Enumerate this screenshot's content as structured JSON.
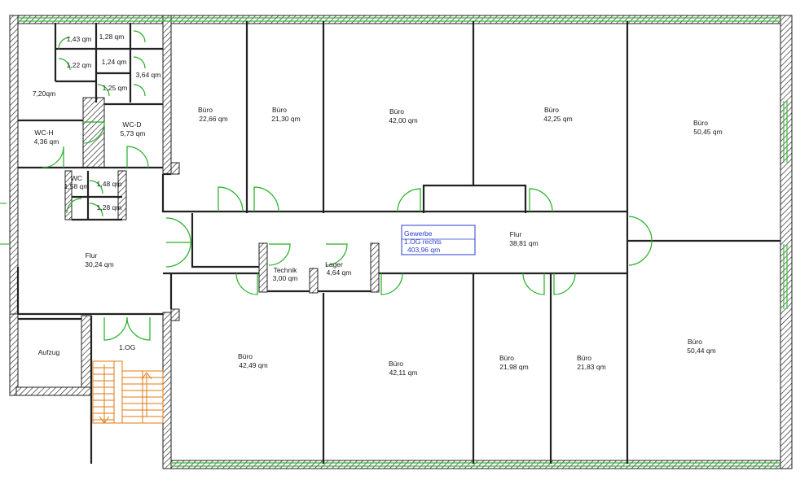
{
  "floor_label": "1.OG",
  "info_box": {
    "line1": "Gewerbe",
    "line2": "1.OG rechts",
    "line3": "403,96 qm"
  },
  "rooms": [
    {
      "name": "",
      "area": "1,43 qm"
    },
    {
      "name": "",
      "area": "1,28 qm"
    },
    {
      "name": "",
      "area": "1,22 qm"
    },
    {
      "name": "",
      "area": "1,24 qm"
    },
    {
      "name": "",
      "area": "3,64 qm"
    },
    {
      "name": "",
      "area": "1,25 qm"
    },
    {
      "name": "",
      "area": "7,20qm"
    },
    {
      "name": "WC-H",
      "area": "4,36 qm"
    },
    {
      "name": "WC-D",
      "area": "5,73 qm"
    },
    {
      "name": "WC",
      "area": "1,58 qm"
    },
    {
      "name": "",
      "area": "1,48 qm"
    },
    {
      "name": "",
      "area": "1,28 qm"
    },
    {
      "name": "Büro",
      "area": "22,66 qm"
    },
    {
      "name": "Büro",
      "area": "21,30 qm"
    },
    {
      "name": "Büro",
      "area": "42,00 qm"
    },
    {
      "name": "Büro",
      "area": "42,25 qm"
    },
    {
      "name": "Büro",
      "area": "50,45 qm"
    },
    {
      "name": "Flur",
      "area": "30,24 qm"
    },
    {
      "name": "Flur",
      "area": "38,81 qm"
    },
    {
      "name": "Technik",
      "area": "3,00 qm"
    },
    {
      "name": "Lager",
      "area": "4,64 qm"
    },
    {
      "name": "Aufzug",
      "area": ""
    },
    {
      "name": "Büro",
      "area": "42,49 qm"
    },
    {
      "name": "Büro",
      "area": "42,11 qm"
    },
    {
      "name": "Büro",
      "area": "21,98 qm"
    },
    {
      "name": "Büro",
      "area": "21,83 qm"
    },
    {
      "name": "Büro",
      "area": "50,44 qm"
    }
  ],
  "colors": {
    "wall": "#222222",
    "window": "#3ab53a",
    "door": "#22b022",
    "stair": "#e07a10",
    "info": "#2a3fd0"
  }
}
